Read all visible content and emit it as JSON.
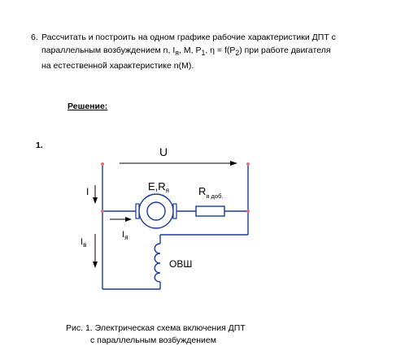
{
  "task": {
    "number": "6.",
    "line1": "Рассчитать и построить на одном графике рабочие характеристики ДПТ с",
    "line2": "параллельным возбуждением n, I",
    "line2_sub": "я",
    "line2_rest": ", M, P",
    "line2_sub2": "1",
    "line2_rest2": ", η = f(P",
    "line2_sub3": "2",
    "line2_rest3": ") при работе двигателя",
    "line3": "на естественной характеристике n(M)."
  },
  "solution_heading": "Решение:",
  "step_number": "1.",
  "circuit": {
    "voltage_label": "U",
    "current_I": "I",
    "armature_current": "I",
    "armature_current_sub": "я",
    "field_current": "I",
    "field_current_sub": "в",
    "emf_label": "E,R",
    "emf_label_sub": "я",
    "resistor_label": "R",
    "resistor_label_sub": "я доб.",
    "winding_label": "ОВШ",
    "wire_color": "#1a3a9a",
    "node_color": "#e07070"
  },
  "caption": {
    "line1": "Рис. 1. Электрическая схема включения ДПТ",
    "line2": "с параллельным возбуждением"
  }
}
